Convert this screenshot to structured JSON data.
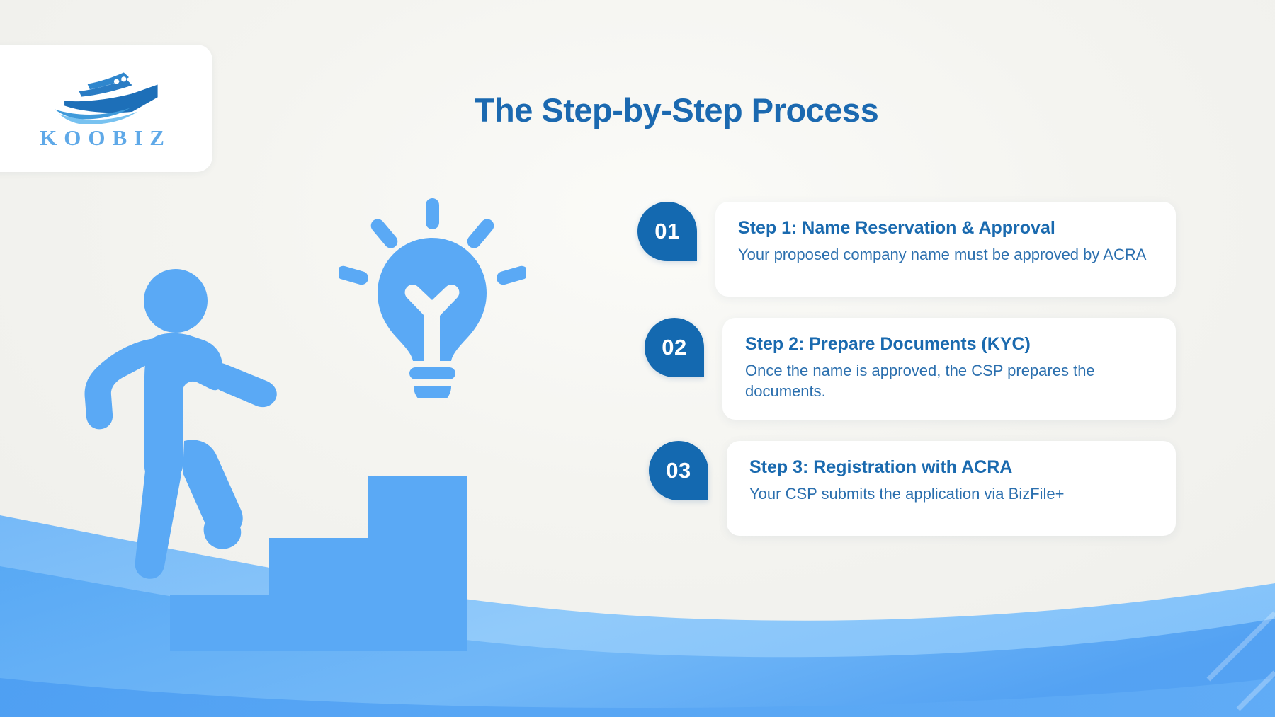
{
  "brand": {
    "name": "KOOBIZ",
    "logo_icon": "cruise-ship-icon",
    "logo_colors": [
      "#1d6fb8",
      "#5fb0ea",
      "#8fcdf5"
    ]
  },
  "header": {
    "title": "The Step-by-Step Process",
    "title_color": "#1b69b0"
  },
  "illustration": {
    "bulb_icon": "lightbulb-icon",
    "runner_icon": "person-climbing-stairs-icon",
    "stairs_icon": "stairs-icon",
    "accent_color": "#5aa9f5"
  },
  "steps": [
    {
      "number": "01",
      "title": "Step 1: Name Reservation & Approval",
      "description": "Your proposed company name must be approved by ACRA"
    },
    {
      "number": "02",
      "title": "Step 2: Prepare Documents (KYC)",
      "description": "Once the name is approved, the CSP prepares the documents."
    },
    {
      "number": "03",
      "title": "Step 3: Registration with ACRA",
      "description": "Your CSP submits the application via BizFile+"
    }
  ],
  "theme": {
    "background": "#f4f4f0",
    "badge_blue": "#1469b0",
    "wave_blue": "#5aa9f5",
    "wave_blue_light": "#86c4fa",
    "card_white": "#ffffff"
  }
}
